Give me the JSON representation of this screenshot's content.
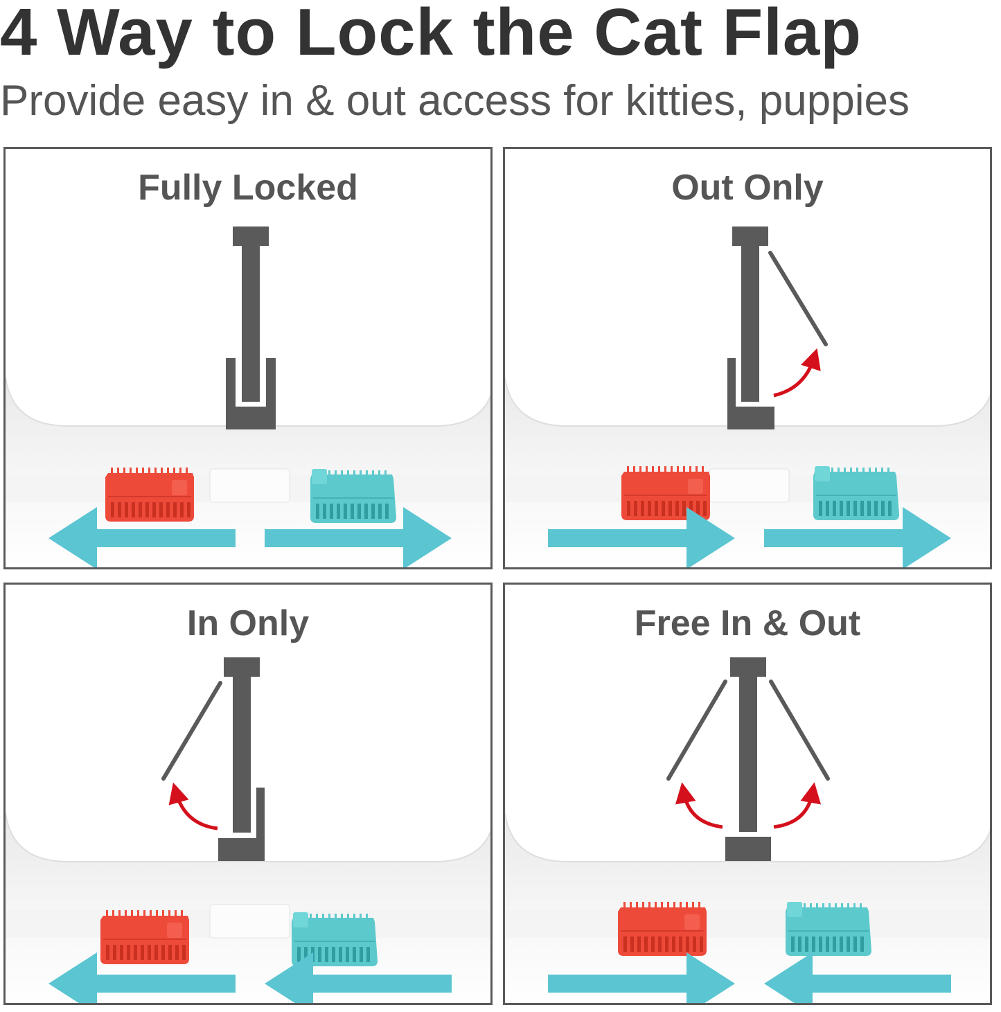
{
  "header": {
    "title": "4 Way to Lock the Cat Flap",
    "subtitle": "Provide easy in & out access for kitties, puppies"
  },
  "colors": {
    "text_dark": "#333333",
    "text_gray": "#555555",
    "flap_gray": "#5a5a5a",
    "arrow_teal": "#5bc5d2",
    "slider_red": "#ee4a3a",
    "slider_teal": "#5cc9cc",
    "swing_arrow_red": "#d4101c",
    "panel_border": "#5a5a5a"
  },
  "panels": [
    {
      "label": "Fully Locked",
      "flap_state": "locked",
      "swing_arrows": [],
      "red_slider": "left",
      "teal_slider": "right",
      "bottom_arrows": [
        "left",
        "right"
      ]
    },
    {
      "label": "Out Only",
      "flap_state": "opens-right",
      "swing_arrows": [
        "right"
      ],
      "red_slider": "right",
      "teal_slider": "right",
      "bottom_arrows": [
        "right",
        "right"
      ]
    },
    {
      "label": "In Only",
      "flap_state": "opens-left",
      "swing_arrows": [
        "left"
      ],
      "red_slider": "left",
      "teal_slider": "left",
      "bottom_arrows": [
        "left",
        "left"
      ]
    },
    {
      "label": "Free In & Out",
      "flap_state": "opens-both",
      "swing_arrows": [
        "left",
        "right"
      ],
      "red_slider": "right",
      "teal_slider": "left",
      "bottom_arrows": [
        "right",
        "left"
      ]
    }
  ]
}
